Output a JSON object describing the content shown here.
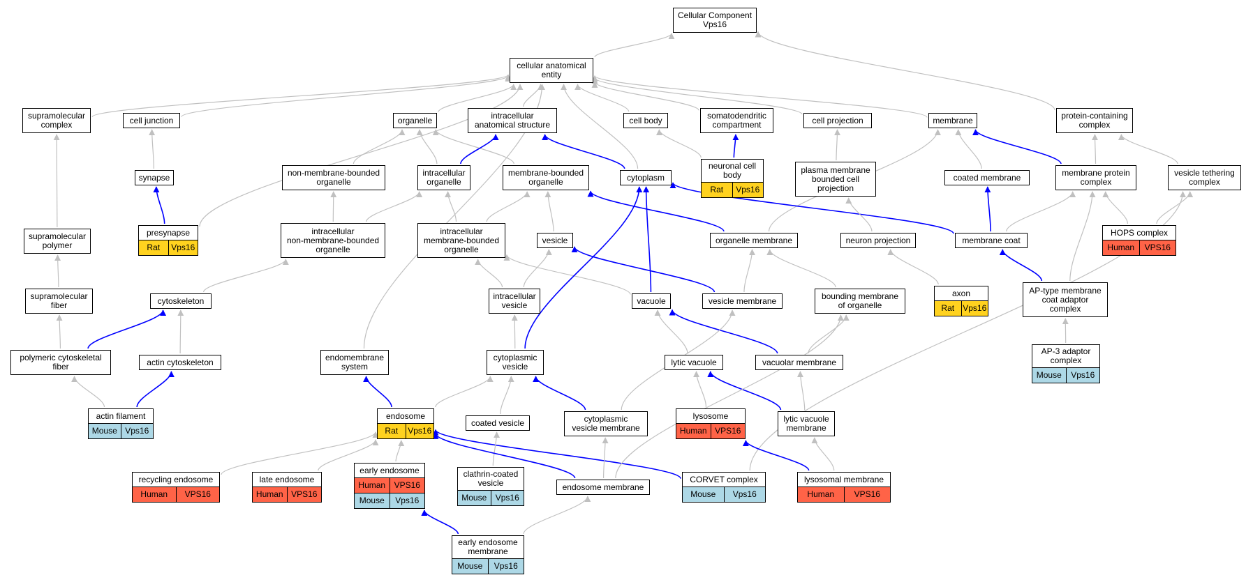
{
  "colors": {
    "is_a_edge": "#c0c0c0",
    "part_of_edge": "#0000ff",
    "rat": "#ffd21f",
    "human": "#ff6347",
    "mouse": "#add8e6"
  },
  "nodes": {
    "cc_root": {
      "label": "Cellular Component\nVps16"
    },
    "cae": {
      "label": "cellular anatomical\nentity"
    },
    "supramolecular_complex": {
      "label": "supramolecular\ncomplex"
    },
    "cell_junction": {
      "label": "cell junction"
    },
    "organelle": {
      "label": "organelle"
    },
    "intracellular_anatomical_structure": {
      "label": "intracellular\nanatomical structure"
    },
    "cell_body": {
      "label": "cell body"
    },
    "somatodendritic_compartment": {
      "label": "somatodendritic\ncompartment"
    },
    "cell_projection": {
      "label": "cell projection"
    },
    "membrane": {
      "label": "membrane"
    },
    "protein_containing_complex": {
      "label": "protein-containing\ncomplex"
    },
    "synapse": {
      "label": "synapse"
    },
    "non_membrane_bounded_organelle": {
      "label": "non-membrane-bounded\norganelle"
    },
    "intracellular_organelle": {
      "label": "intracellular\norganelle"
    },
    "membrane_bounded_organelle": {
      "label": "membrane-bounded\norganelle"
    },
    "cytoplasm": {
      "label": "cytoplasm"
    },
    "neuronal_cell_body": {
      "label": "neuronal cell\nbody",
      "annotations": [
        [
          "Rat",
          "Vps16"
        ]
      ]
    },
    "plasma_membrane_bounded_cell_projection": {
      "label": "plasma membrane\nbounded cell\nprojection"
    },
    "coated_membrane": {
      "label": "coated membrane"
    },
    "membrane_protein_complex": {
      "label": "membrane protein\ncomplex"
    },
    "vesicle_tethering_complex": {
      "label": "vesicle tethering\ncomplex"
    },
    "supramolecular_polymer": {
      "label": "supramolecular\npolymer"
    },
    "presynapse": {
      "label": "presynapse",
      "annotations": [
        [
          "Rat",
          "Vps16"
        ]
      ]
    },
    "intracellular_non_membrane_bounded_organelle": {
      "label": "intracellular\nnon-membrane-bounded\norganelle"
    },
    "intracellular_membrane_bounded_organelle": {
      "label": "intracellular\nmembrane-bounded\norganelle"
    },
    "vesicle": {
      "label": "vesicle"
    },
    "organelle_membrane": {
      "label": "organelle membrane"
    },
    "neuron_projection": {
      "label": "neuron projection"
    },
    "membrane_coat": {
      "label": "membrane coat"
    },
    "hops_complex": {
      "label": "HOPS complex",
      "annotations": [
        [
          "Human",
          "VPS16"
        ]
      ]
    },
    "supramolecular_fiber": {
      "label": "supramolecular\nfiber"
    },
    "cytoskeleton": {
      "label": "cytoskeleton"
    },
    "intracellular_vesicle": {
      "label": "intracellular\nvesicle"
    },
    "vacuole": {
      "label": "vacuole"
    },
    "vesicle_membrane": {
      "label": "vesicle membrane"
    },
    "bounding_membrane_of_organelle": {
      "label": "bounding membrane\nof organelle"
    },
    "axon": {
      "label": "axon",
      "annotations": [
        [
          "Rat",
          "Vps16"
        ]
      ]
    },
    "ap_type_membrane_coat_adaptor_complex": {
      "label": "AP-type membrane\ncoat adaptor\ncomplex"
    },
    "polymeric_cytoskeletal_fiber": {
      "label": "polymeric cytoskeletal\nfiber"
    },
    "actin_cytoskeleton": {
      "label": "actin cytoskeleton"
    },
    "endomembrane_system": {
      "label": "endomembrane\nsystem"
    },
    "cytoplasmic_vesicle": {
      "label": "cytoplasmic\nvesicle"
    },
    "lytic_vacuole": {
      "label": "lytic vacuole"
    },
    "vacuolar_membrane": {
      "label": "vacuolar membrane"
    },
    "ap3_adaptor_complex": {
      "label": "AP-3 adaptor\ncomplex",
      "annotations": [
        [
          "Mouse",
          "Vps16"
        ]
      ]
    },
    "actin_filament": {
      "label": "actin filament",
      "annotations": [
        [
          "Mouse",
          "Vps16"
        ]
      ]
    },
    "endosome": {
      "label": "endosome",
      "annotations": [
        [
          "Rat",
          "Vps16"
        ]
      ]
    },
    "coated_vesicle": {
      "label": "coated vesicle"
    },
    "cytoplasmic_vesicle_membrane": {
      "label": "cytoplasmic\nvesicle membrane"
    },
    "lysosome": {
      "label": "lysosome",
      "annotations": [
        [
          "Human",
          "VPS16"
        ]
      ]
    },
    "lytic_vacuole_membrane": {
      "label": "lytic vacuole\nmembrane"
    },
    "recycling_endosome": {
      "label": "recycling endosome",
      "annotations": [
        [
          "Human",
          "VPS16"
        ]
      ]
    },
    "late_endosome": {
      "label": "late endosome",
      "annotations": [
        [
          "Human",
          "VPS16"
        ]
      ]
    },
    "early_endosome": {
      "label": "early endosome",
      "annotations": [
        [
          "Human",
          "VPS16"
        ],
        [
          "Mouse",
          "Vps16"
        ]
      ]
    },
    "clathrin_coated_vesicle": {
      "label": "clathrin-coated\nvesicle",
      "annotations": [
        [
          "Mouse",
          "Vps16"
        ]
      ]
    },
    "endosome_membrane": {
      "label": "endosome membrane"
    },
    "corvet_complex": {
      "label": "CORVET complex",
      "annotations": [
        [
          "Mouse",
          "Vps16"
        ]
      ]
    },
    "lysosomal_membrane": {
      "label": "lysosomal membrane",
      "annotations": [
        [
          "Human",
          "VPS16"
        ]
      ]
    },
    "early_endosome_membrane": {
      "label": "early endosome\nmembrane",
      "annotations": [
        [
          "Mouse",
          "Vps16"
        ]
      ]
    }
  },
  "edges": [
    [
      "cae",
      "cc_root",
      "is_a"
    ],
    [
      "protein_containing_complex",
      "cc_root",
      "is_a"
    ],
    [
      "supramolecular_complex",
      "cae",
      "is_a"
    ],
    [
      "cell_junction",
      "cae",
      "is_a"
    ],
    [
      "organelle",
      "cae",
      "is_a"
    ],
    [
      "intracellular_anatomical_structure",
      "cae",
      "is_a"
    ],
    [
      "cell_body",
      "cae",
      "is_a"
    ],
    [
      "somatodendritic_compartment",
      "cae",
      "is_a"
    ],
    [
      "cell_projection",
      "cae",
      "is_a"
    ],
    [
      "membrane",
      "cae",
      "is_a"
    ],
    [
      "cytoplasm",
      "cae",
      "is_a"
    ],
    [
      "presynapse",
      "cae",
      "is_a"
    ],
    [
      "endomembrane_system",
      "cae",
      "is_a"
    ],
    [
      "synapse",
      "cell_junction",
      "is_a"
    ],
    [
      "presynapse",
      "synapse",
      "part_of"
    ],
    [
      "supramolecular_polymer",
      "supramolecular_complex",
      "is_a"
    ],
    [
      "supramolecular_fiber",
      "supramolecular_polymer",
      "is_a"
    ],
    [
      "polymeric_cytoskeletal_fiber",
      "supramolecular_fiber",
      "is_a"
    ],
    [
      "polymeric_cytoskeletal_fiber",
      "cytoskeleton",
      "part_of"
    ],
    [
      "actin_cytoskeleton",
      "cytoskeleton",
      "is_a"
    ],
    [
      "actin_filament",
      "polymeric_cytoskeletal_fiber",
      "is_a"
    ],
    [
      "actin_filament",
      "actin_cytoskeleton",
      "part_of"
    ],
    [
      "cytoskeleton",
      "intracellular_non_membrane_bounded_organelle",
      "is_a"
    ],
    [
      "non_membrane_bounded_organelle",
      "organelle",
      "is_a"
    ],
    [
      "intracellular_organelle",
      "organelle",
      "is_a"
    ],
    [
      "membrane_bounded_organelle",
      "organelle",
      "is_a"
    ],
    [
      "intracellular_organelle",
      "intracellular_anatomical_structure",
      "part_of"
    ],
    [
      "cytoplasm",
      "intracellular_anatomical_structure",
      "part_of"
    ],
    [
      "intracellular_non_membrane_bounded_organelle",
      "non_membrane_bounded_organelle",
      "is_a"
    ],
    [
      "intracellular_non_membrane_bounded_organelle",
      "intracellular_organelle",
      "is_a"
    ],
    [
      "intracellular_membrane_bounded_organelle",
      "intracellular_organelle",
      "is_a"
    ],
    [
      "intracellular_membrane_bounded_organelle",
      "membrane_bounded_organelle",
      "is_a"
    ],
    [
      "vesicle",
      "membrane_bounded_organelle",
      "is_a"
    ],
    [
      "organelle_membrane",
      "membrane_bounded_organelle",
      "part_of"
    ],
    [
      "intracellular_vesicle",
      "intracellular_membrane_bounded_organelle",
      "is_a"
    ],
    [
      "intracellular_vesicle",
      "vesicle",
      "is_a"
    ],
    [
      "vacuole",
      "intracellular_membrane_bounded_organelle",
      "is_a"
    ],
    [
      "vacuole",
      "cytoplasm",
      "part_of"
    ],
    [
      "cytoplasmic_vesicle",
      "intracellular_vesicle",
      "is_a"
    ],
    [
      "cytoplasmic_vesicle",
      "cytoplasm",
      "part_of"
    ],
    [
      "vesicle_membrane",
      "vesicle",
      "part_of"
    ],
    [
      "vesicle_membrane",
      "organelle_membrane",
      "is_a"
    ],
    [
      "bounding_membrane_of_organelle",
      "organelle_membrane",
      "is_a"
    ],
    [
      "organelle_membrane",
      "membrane",
      "is_a"
    ],
    [
      "coated_membrane",
      "membrane",
      "is_a"
    ],
    [
      "membrane_protein_complex",
      "membrane",
      "part_of"
    ],
    [
      "membrane_protein_complex",
      "protein_containing_complex",
      "is_a"
    ],
    [
      "vesicle_tethering_complex",
      "protein_containing_complex",
      "is_a"
    ],
    [
      "membrane_coat",
      "coated_membrane",
      "part_of"
    ],
    [
      "membrane_coat",
      "membrane_protein_complex",
      "is_a"
    ],
    [
      "membrane_coat",
      "cytoplasm",
      "part_of"
    ],
    [
      "ap_type_membrane_coat_adaptor_complex",
      "membrane_coat",
      "part_of"
    ],
    [
      "ap_type_membrane_coat_adaptor_complex",
      "membrane_protein_complex",
      "is_a"
    ],
    [
      "ap3_adaptor_complex",
      "ap_type_membrane_coat_adaptor_complex",
      "is_a"
    ],
    [
      "hops_complex",
      "membrane_protein_complex",
      "is_a"
    ],
    [
      "hops_complex",
      "vesicle_tethering_complex",
      "is_a"
    ],
    [
      "corvet_complex",
      "vesicle_tethering_complex",
      "is_a"
    ],
    [
      "corvet_complex",
      "endosome",
      "part_of"
    ],
    [
      "neuronal_cell_body",
      "cell_body",
      "is_a"
    ],
    [
      "neuronal_cell_body",
      "somatodendritic_compartment",
      "part_of"
    ],
    [
      "plasma_membrane_bounded_cell_projection",
      "cell_projection",
      "is_a"
    ],
    [
      "neuron_projection",
      "plasma_membrane_bounded_cell_projection",
      "is_a"
    ],
    [
      "axon",
      "neuron_projection",
      "is_a"
    ],
    [
      "lytic_vacuole",
      "vacuole",
      "is_a"
    ],
    [
      "vacuolar_membrane",
      "vacuole",
      "part_of"
    ],
    [
      "vacuolar_membrane",
      "bounding_membrane_of_organelle",
      "is_a"
    ],
    [
      "lysosome",
      "lytic_vacuole",
      "is_a"
    ],
    [
      "lytic_vacuole_membrane",
      "lytic_vacuole",
      "part_of"
    ],
    [
      "lytic_vacuole_membrane",
      "vacuolar_membrane",
      "is_a"
    ],
    [
      "lysosomal_membrane",
      "lysosome",
      "part_of"
    ],
    [
      "lysosomal_membrane",
      "lytic_vacuole_membrane",
      "is_a"
    ],
    [
      "coated_vesicle",
      "cytoplasmic_vesicle",
      "is_a"
    ],
    [
      "cytoplasmic_vesicle_membrane",
      "cytoplasmic_vesicle",
      "part_of"
    ],
    [
      "cytoplasmic_vesicle_membrane",
      "vesicle_membrane",
      "is_a"
    ],
    [
      "clathrin_coated_vesicle",
      "coated_vesicle",
      "is_a"
    ],
    [
      "endosome",
      "endomembrane_system",
      "part_of"
    ],
    [
      "endosome",
      "cytoplasmic_vesicle",
      "is_a"
    ],
    [
      "recycling_endosome",
      "endosome",
      "is_a"
    ],
    [
      "late_endosome",
      "endosome",
      "is_a"
    ],
    [
      "early_endosome",
      "endosome",
      "is_a"
    ],
    [
      "endosome_membrane",
      "endosome",
      "part_of"
    ],
    [
      "endosome_membrane",
      "cytoplasmic_vesicle_membrane",
      "is_a"
    ],
    [
      "endosome_membrane",
      "bounding_membrane_of_organelle",
      "is_a"
    ],
    [
      "early_endosome_membrane",
      "early_endosome",
      "part_of"
    ],
    [
      "early_endosome_membrane",
      "endosome_membrane",
      "is_a"
    ]
  ]
}
